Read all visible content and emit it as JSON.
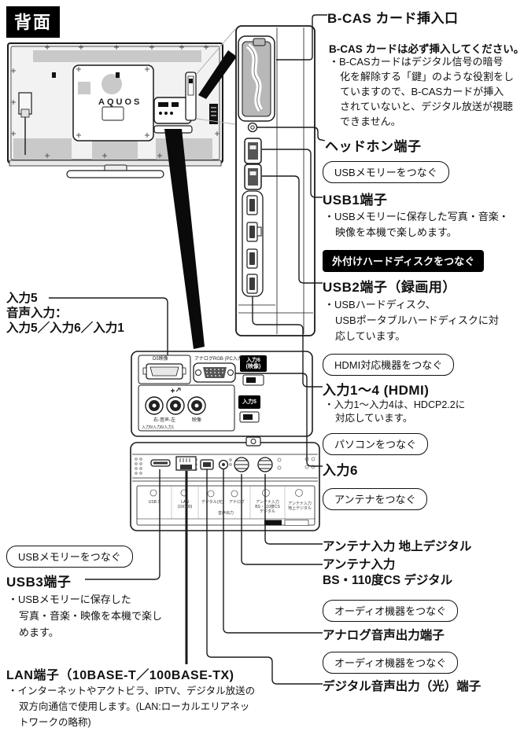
{
  "page": {
    "title": "背面"
  },
  "right_column": {
    "bcas": {
      "heading": "B-CAS カード挿入口",
      "warning": "B-CAS カードは必ず挿入してください。",
      "body": "・B-CASカードはデジタル信号の暗号\n化を解除する「鍵」のような役割をし\nていますので、B-CASカードが挿入\nされていないと、デジタル放送が視聴\nできません。"
    },
    "headphone": {
      "heading": "ヘッドホン端子"
    },
    "usb1": {
      "callout": "USBメモリーをつなぐ",
      "heading": "USB1端子",
      "body": "・USBメモリーに保存した写真・音楽・\n映像を本機で楽しめます。"
    },
    "usb2": {
      "callout_black": "外付けハードディスクをつなぐ",
      "heading": "USB2端子（録画用）",
      "body": "・USBハードディスク、\nUSBポータブルハードディスクに対\n応しています。"
    },
    "hdmi": {
      "callout": "HDMI対応機器をつなぐ",
      "heading": "入力1～4 (HDMI)",
      "body": "・入力1～入力4は、HDCP2.2に\n対応しています。"
    },
    "input6": {
      "callout": "パソコンをつなぐ",
      "heading": "入力6"
    },
    "antenna": {
      "callout": "アンテナをつなぐ",
      "heading_terrestrial": "アンテナ入力 地上デジタル",
      "heading_bs_line1": "アンテナ入力",
      "heading_bs_line2": "BS・110度CS デジタル"
    },
    "analog_audio": {
      "callout": "オーディオ機器をつなぐ",
      "heading": "アナログ音声出力端子"
    },
    "digital_audio": {
      "callout": "オーディオ機器をつなぐ",
      "heading": "デジタル音声出力（光）端子"
    }
  },
  "left_column": {
    "input5": {
      "line1": "入力5",
      "line2": "音声入力：",
      "line3": "入力5／入力6／入力1"
    },
    "usb3": {
      "callout": "USBメモリーをつなぐ",
      "heading": "USB3端子",
      "body": "・USBメモリーに保存した\n写真・音楽・映像を本機で楽し\nめます。"
    },
    "lan": {
      "heading": "LAN端子（10BASE-T／100BASE-TX)",
      "body": "・インターネットやアクトビラ、IPTV、デジタル放送の\n双方向通信で使用します。(LAN:ローカルエリアネッ\nトワークの略称)"
    }
  },
  "diagram": {
    "tv_logo": "AQUOS",
    "panel_mid": {
      "d5_label": "D5映像",
      "rgb_label": "アナログRGB (PC入力)",
      "in6_tag": "入力6\n(映像)",
      "in5_tag": "入力5",
      "audio_lr": "右-音声-左",
      "video": "映像",
      "inputs": "入力5/入力6/入力1"
    },
    "panel_bottom": {
      "usb3": "USB 3",
      "lan": "LAN\n(10/100)",
      "digital": "デジタル(光)",
      "analog": "アナログ",
      "audio_out": "音声出力",
      "ant_bs": "アンテナ入力\nBS・110度CS\nデジタル",
      "ant_terr": "アンテナ入力\n地上デジタル"
    }
  }
}
